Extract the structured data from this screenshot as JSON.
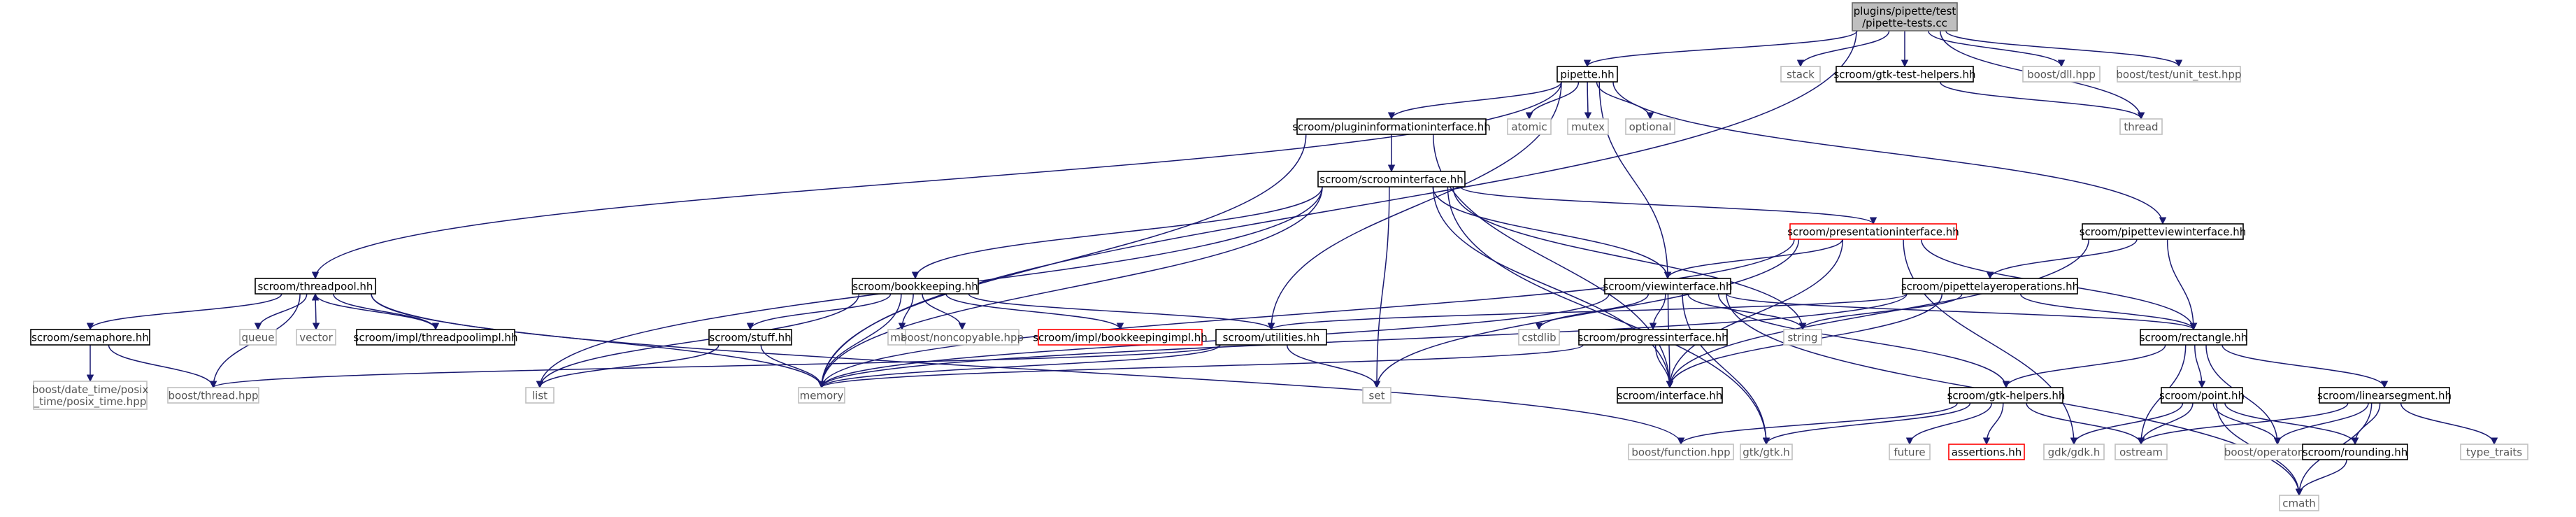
{
  "graph": {
    "title": "plugins/pipette/test/pipette-tests.cc",
    "colors": {
      "edge": "#191970",
      "edge_muted": "#63636b",
      "node_border": "#000000",
      "node_border_missing": "#bfbfbf",
      "node_border_incomplete": "#ff0000",
      "root_fill": "#bfbfbf",
      "text": "#000000",
      "text_muted": "#555555"
    },
    "nodes": [
      {
        "id": "root",
        "lines": [
          "plugins/pipette/test",
          "/pipette-tests.cc"
        ],
        "style": "root"
      },
      {
        "id": "stack",
        "lines": [
          "stack"
        ],
        "style": "missing"
      },
      {
        "id": "gtktesthelpers",
        "lines": [
          "scroom/gtk-test-helpers.hh"
        ],
        "style": "normal"
      },
      {
        "id": "boostdll",
        "lines": [
          "boost/dll.hpp"
        ],
        "style": "missing"
      },
      {
        "id": "unittest",
        "lines": [
          "boost/test/unit_test.hpp"
        ],
        "style": "missing"
      },
      {
        "id": "pipettehh",
        "lines": [
          "pipette.hh"
        ],
        "style": "normal"
      },
      {
        "id": "thread",
        "lines": [
          "thread"
        ],
        "style": "missing"
      },
      {
        "id": "atomic",
        "lines": [
          "atomic"
        ],
        "style": "missing"
      },
      {
        "id": "mutex",
        "lines": [
          "mutex"
        ],
        "style": "missing"
      },
      {
        "id": "optional",
        "lines": [
          "optional"
        ],
        "style": "missing"
      },
      {
        "id": "plugininfo",
        "lines": [
          "scroom/plugininformationinterface.hh"
        ],
        "style": "normal"
      },
      {
        "id": "scroominterface",
        "lines": [
          "scroom/scroominterface.hh"
        ],
        "style": "normal"
      },
      {
        "id": "presentation",
        "lines": [
          "scroom/presentationinterface.hh"
        ],
        "style": "incomplete"
      },
      {
        "id": "pipetteview",
        "lines": [
          "scroom/pipetteviewinterface.hh"
        ],
        "style": "normal"
      },
      {
        "id": "threadpool",
        "lines": [
          "scroom/threadpool.hh"
        ],
        "style": "normal"
      },
      {
        "id": "bookkeeping",
        "lines": [
          "scroom/bookkeeping.hh"
        ],
        "style": "normal"
      },
      {
        "id": "viewinterface",
        "lines": [
          "scroom/viewinterface.hh"
        ],
        "style": "normal"
      },
      {
        "id": "pipettelayer",
        "lines": [
          "scroom/pipettelayeroperations.hh"
        ],
        "style": "normal"
      },
      {
        "id": "semaphore",
        "lines": [
          "scroom/semaphore.hh"
        ],
        "style": "normal"
      },
      {
        "id": "queue",
        "lines": [
          "queue"
        ],
        "style": "missing"
      },
      {
        "id": "vector",
        "lines": [
          "vector"
        ],
        "style": "missing"
      },
      {
        "id": "threadpoolimpl",
        "lines": [
          "scroom/impl/threadpoolimpl.hh"
        ],
        "style": "normal"
      },
      {
        "id": "stuff",
        "lines": [
          "scroom/stuff.hh"
        ],
        "style": "normal"
      },
      {
        "id": "map",
        "lines": [
          "map"
        ],
        "style": "missing"
      },
      {
        "id": "noncopyable",
        "lines": [
          "boost/noncopyable.hpp"
        ],
        "style": "missing"
      },
      {
        "id": "bookkeepingimpl",
        "lines": [
          "scroom/impl/bookkeepingimpl.hh"
        ],
        "style": "incomplete"
      },
      {
        "id": "utilities",
        "lines": [
          "scroom/utilities.hh"
        ],
        "style": "normal"
      },
      {
        "id": "cstdlib",
        "lines": [
          "cstdlib"
        ],
        "style": "missing"
      },
      {
        "id": "progress",
        "lines": [
          "scroom/progressinterface.hh"
        ],
        "style": "normal"
      },
      {
        "id": "string",
        "lines": [
          "string"
        ],
        "style": "missing"
      },
      {
        "id": "rectangle",
        "lines": [
          "scroom/rectangle.hh"
        ],
        "style": "normal"
      },
      {
        "id": "datetime",
        "lines": [
          "boost/date_time/posix",
          "_time/posix_time.hpp"
        ],
        "style": "missing"
      },
      {
        "id": "boostthread",
        "lines": [
          "boost/thread.hpp"
        ],
        "style": "missing"
      },
      {
        "id": "list",
        "lines": [
          "list"
        ],
        "style": "missing"
      },
      {
        "id": "memory",
        "lines": [
          "memory"
        ],
        "style": "missing"
      },
      {
        "id": "set",
        "lines": [
          "set"
        ],
        "style": "missing"
      },
      {
        "id": "interfacehh",
        "lines": [
          "scroom/interface.hh"
        ],
        "style": "normal"
      },
      {
        "id": "gtkhelpers",
        "lines": [
          "scroom/gtk-helpers.hh"
        ],
        "style": "normal"
      },
      {
        "id": "point",
        "lines": [
          "scroom/point.hh"
        ],
        "style": "normal"
      },
      {
        "id": "linearsegment",
        "lines": [
          "scroom/linearsegment.hh"
        ],
        "style": "normal"
      },
      {
        "id": "boostfunction",
        "lines": [
          "boost/function.hpp"
        ],
        "style": "missing"
      },
      {
        "id": "gtkgtk",
        "lines": [
          "gtk/gtk.h"
        ],
        "style": "missing"
      },
      {
        "id": "future",
        "lines": [
          "future"
        ],
        "style": "missing"
      },
      {
        "id": "assertions",
        "lines": [
          "assertions.hh"
        ],
        "style": "incomplete"
      },
      {
        "id": "gdkgdk",
        "lines": [
          "gdk/gdk.h"
        ],
        "style": "missing"
      },
      {
        "id": "ostream",
        "lines": [
          "ostream"
        ],
        "style": "missing"
      },
      {
        "id": "operators",
        "lines": [
          "boost/operators.hpp"
        ],
        "style": "missing"
      },
      {
        "id": "rounding",
        "lines": [
          "scroom/rounding.hh"
        ],
        "style": "normal"
      },
      {
        "id": "typetraits",
        "lines": [
          "type_traits"
        ],
        "style": "missing"
      },
      {
        "id": "cmath",
        "lines": [
          "cmath"
        ],
        "style": "missing"
      }
    ],
    "edges": [
      [
        "root",
        "stack"
      ],
      [
        "root",
        "gtktesthelpers"
      ],
      [
        "root",
        "boostdll"
      ],
      [
        "root",
        "unittest"
      ],
      [
        "root",
        "pipettehh"
      ],
      [
        "root",
        "thread"
      ],
      [
        "root",
        "memory"
      ],
      [
        "gtktesthelpers",
        "thread"
      ],
      [
        "pipettehh",
        "atomic"
      ],
      [
        "pipettehh",
        "mutex"
      ],
      [
        "pipettehh",
        "optional"
      ],
      [
        "pipettehh",
        "plugininfo"
      ],
      [
        "pipettehh",
        "pipetteview"
      ],
      [
        "pipettehh",
        "threadpool"
      ],
      [
        "pipettehh",
        "viewinterface"
      ],
      [
        "pipettehh",
        "utilities"
      ],
      [
        "plugininfo",
        "scroominterface"
      ],
      [
        "plugininfo",
        "memory"
      ],
      [
        "plugininfo",
        "interfacehh"
      ],
      [
        "scroominterface",
        "presentation"
      ],
      [
        "scroominterface",
        "bookkeeping"
      ],
      [
        "scroominterface",
        "viewinterface"
      ],
      [
        "scroominterface",
        "memory"
      ],
      [
        "scroominterface",
        "list"
      ],
      [
        "scroominterface",
        "string"
      ],
      [
        "scroominterface",
        "interfacehh"
      ],
      [
        "scroominterface",
        "gtkgtk"
      ],
      [
        "scroominterface",
        "set"
      ],
      [
        "presentation",
        "viewinterface"
      ],
      [
        "presentation",
        "rectangle"
      ],
      [
        "presentation",
        "memory"
      ],
      [
        "presentation",
        "set"
      ],
      [
        "presentation",
        "interfacehh"
      ],
      [
        "presentation",
        "gdkgdk"
      ],
      [
        "pipetteview",
        "pipettelayer"
      ],
      [
        "pipetteview",
        "rectangle"
      ],
      [
        "pipetteview",
        "interfacehh"
      ],
      [
        "threadpool",
        "semaphore"
      ],
      [
        "threadpool",
        "queue"
      ],
      [
        "threadpool",
        "vector"
      ],
      [
        "threadpool",
        "threadpoolimpl"
      ],
      [
        "threadpool",
        "boostthread"
      ],
      [
        "threadpool",
        "memory"
      ],
      [
        "threadpool",
        "boostfunction"
      ],
      [
        "threadpoolimpl",
        "threadpool"
      ],
      [
        "bookkeeping",
        "stuff"
      ],
      [
        "bookkeeping",
        "map"
      ],
      [
        "bookkeeping",
        "noncopyable"
      ],
      [
        "bookkeeping",
        "bookkeepingimpl"
      ],
      [
        "bookkeeping",
        "utilities"
      ],
      [
        "bookkeeping",
        "memory"
      ],
      [
        "bookkeeping",
        "list"
      ],
      [
        "viewinterface",
        "cstdlib"
      ],
      [
        "viewinterface",
        "progress"
      ],
      [
        "viewinterface",
        "string"
      ],
      [
        "viewinterface",
        "rectangle"
      ],
      [
        "viewinterface",
        "interfacehh"
      ],
      [
        "viewinterface",
        "gtkhelpers"
      ],
      [
        "viewinterface",
        "gtkgtk"
      ],
      [
        "viewinterface",
        "cmath"
      ],
      [
        "viewinterface",
        "memory"
      ],
      [
        "pipettelayer",
        "rectangle"
      ],
      [
        "pipettelayer",
        "utilities"
      ],
      [
        "pipettelayer",
        "string"
      ],
      [
        "pipettelayer",
        "interfacehh"
      ],
      [
        "pipettelayer",
        "memory"
      ],
      [
        "semaphore",
        "datetime"
      ],
      [
        "semaphore",
        "boostthread"
      ],
      [
        "stuff",
        "memory"
      ],
      [
        "stuff",
        "list"
      ],
      [
        "utilities",
        "memory"
      ],
      [
        "utilities",
        "set"
      ],
      [
        "utilities",
        "boostthread"
      ],
      [
        "progress",
        "interfacehh"
      ],
      [
        "progress",
        "memory"
      ],
      [
        "rectangle",
        "point"
      ],
      [
        "rectangle",
        "linearsegment"
      ],
      [
        "rectangle",
        "gtkhelpers"
      ],
      [
        "rectangle",
        "ostream"
      ],
      [
        "rectangle",
        "operators"
      ],
      [
        "gtkhelpers",
        "boostfunction"
      ],
      [
        "gtkhelpers",
        "gtkgtk"
      ],
      [
        "gtkhelpers",
        "future"
      ],
      [
        "gtkhelpers",
        "assertions"
      ],
      [
        "gtkhelpers",
        "ostream"
      ],
      [
        "point",
        "gdkgdk"
      ],
      [
        "point",
        "ostream"
      ],
      [
        "point",
        "operators"
      ],
      [
        "point",
        "rounding"
      ],
      [
        "point",
        "cmath"
      ],
      [
        "linearsegment",
        "ostream"
      ],
      [
        "linearsegment",
        "operators"
      ],
      [
        "linearsegment",
        "rounding"
      ],
      [
        "linearsegment",
        "typetraits"
      ],
      [
        "linearsegment",
        "cmath"
      ],
      [
        "rounding",
        "cmath"
      ]
    ]
  }
}
